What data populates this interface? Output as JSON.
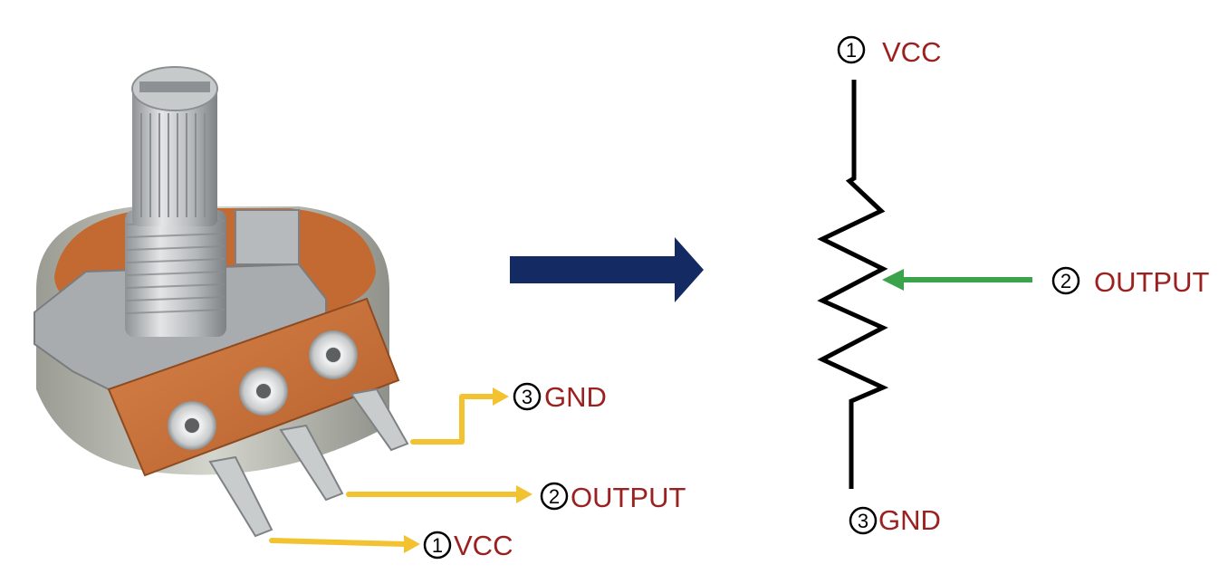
{
  "colors": {
    "label_text": "#9b2020",
    "pin_arrow": "#f2c230",
    "main_arrow": "#132a63",
    "output_arrow": "#3aa34b",
    "schematic_line": "#000000",
    "pcb": "#c9703a",
    "metal": "#b9bcbe"
  },
  "component": {
    "name": "potentiometer",
    "pins": [
      {
        "number": "3",
        "label": "GND"
      },
      {
        "number": "2",
        "label": "OUTPUT"
      },
      {
        "number": "1",
        "label": "VCC"
      }
    ]
  },
  "schematic": {
    "top": {
      "number": "1",
      "label": "VCC"
    },
    "wiper": {
      "number": "2",
      "label": "OUTPUT"
    },
    "bottom": {
      "number": "3",
      "label": "GND"
    }
  },
  "icons": {
    "pointer_arrow": "right-arrow-icon",
    "wiper_arrow": "left-arrow-icon"
  }
}
